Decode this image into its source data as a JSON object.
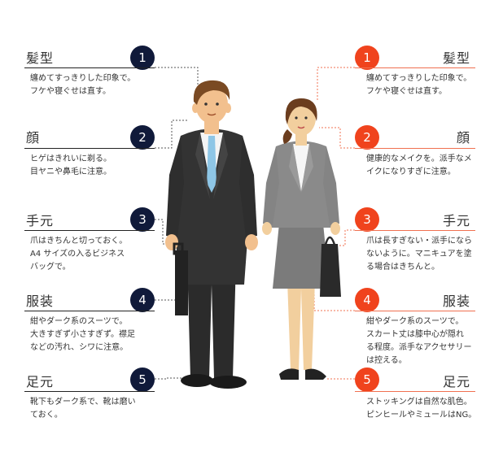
{
  "male": {
    "items": [
      {
        "num": "1",
        "title": "髪型",
        "desc": "纏めてすっきりした印象で。\nフケや寝ぐせは直す。"
      },
      {
        "num": "2",
        "title": "顔",
        "desc": "ヒゲはきれいに剃る。\n目ヤニや鼻毛に注意。"
      },
      {
        "num": "3",
        "title": "手元",
        "desc": "爪はきちんと切っておく。\nA4 サイズの入るビジネス\nバッグで。"
      },
      {
        "num": "4",
        "title": "服装",
        "desc": "紺やダーク系のスーツで。\n大きすぎず小さすぎず。襟足\nなどの汚れ、シワに注意。"
      },
      {
        "num": "5",
        "title": "足元",
        "desc": "靴下もダーク系で、靴は磨い\nておく。"
      }
    ]
  },
  "female": {
    "items": [
      {
        "num": "1",
        "title": "髪型",
        "desc": "纏めてすっきりした印象で。\nフケや寝ぐせは直す。"
      },
      {
        "num": "2",
        "title": "顔",
        "desc": "健康的なメイクを。派手なメ\nイクになりすぎに注意。"
      },
      {
        "num": "3",
        "title": "手元",
        "desc": "爪は長すぎない・派手になら\nないように。マニキュアを塗\nる場合はきちんと。"
      },
      {
        "num": "4",
        "title": "服装",
        "desc": "紺やダーク系のスーツで。\nスカート丈は膝中心が隠れ\nる程度。派手なアクセサリー\nは控える。"
      },
      {
        "num": "5",
        "title": "足元",
        "desc": "ストッキングは自然な肌色。\nピンヒールやミュールはNG。"
      }
    ]
  },
  "colors": {
    "male_accent": "#101a3a",
    "female_accent": "#f0431d"
  }
}
